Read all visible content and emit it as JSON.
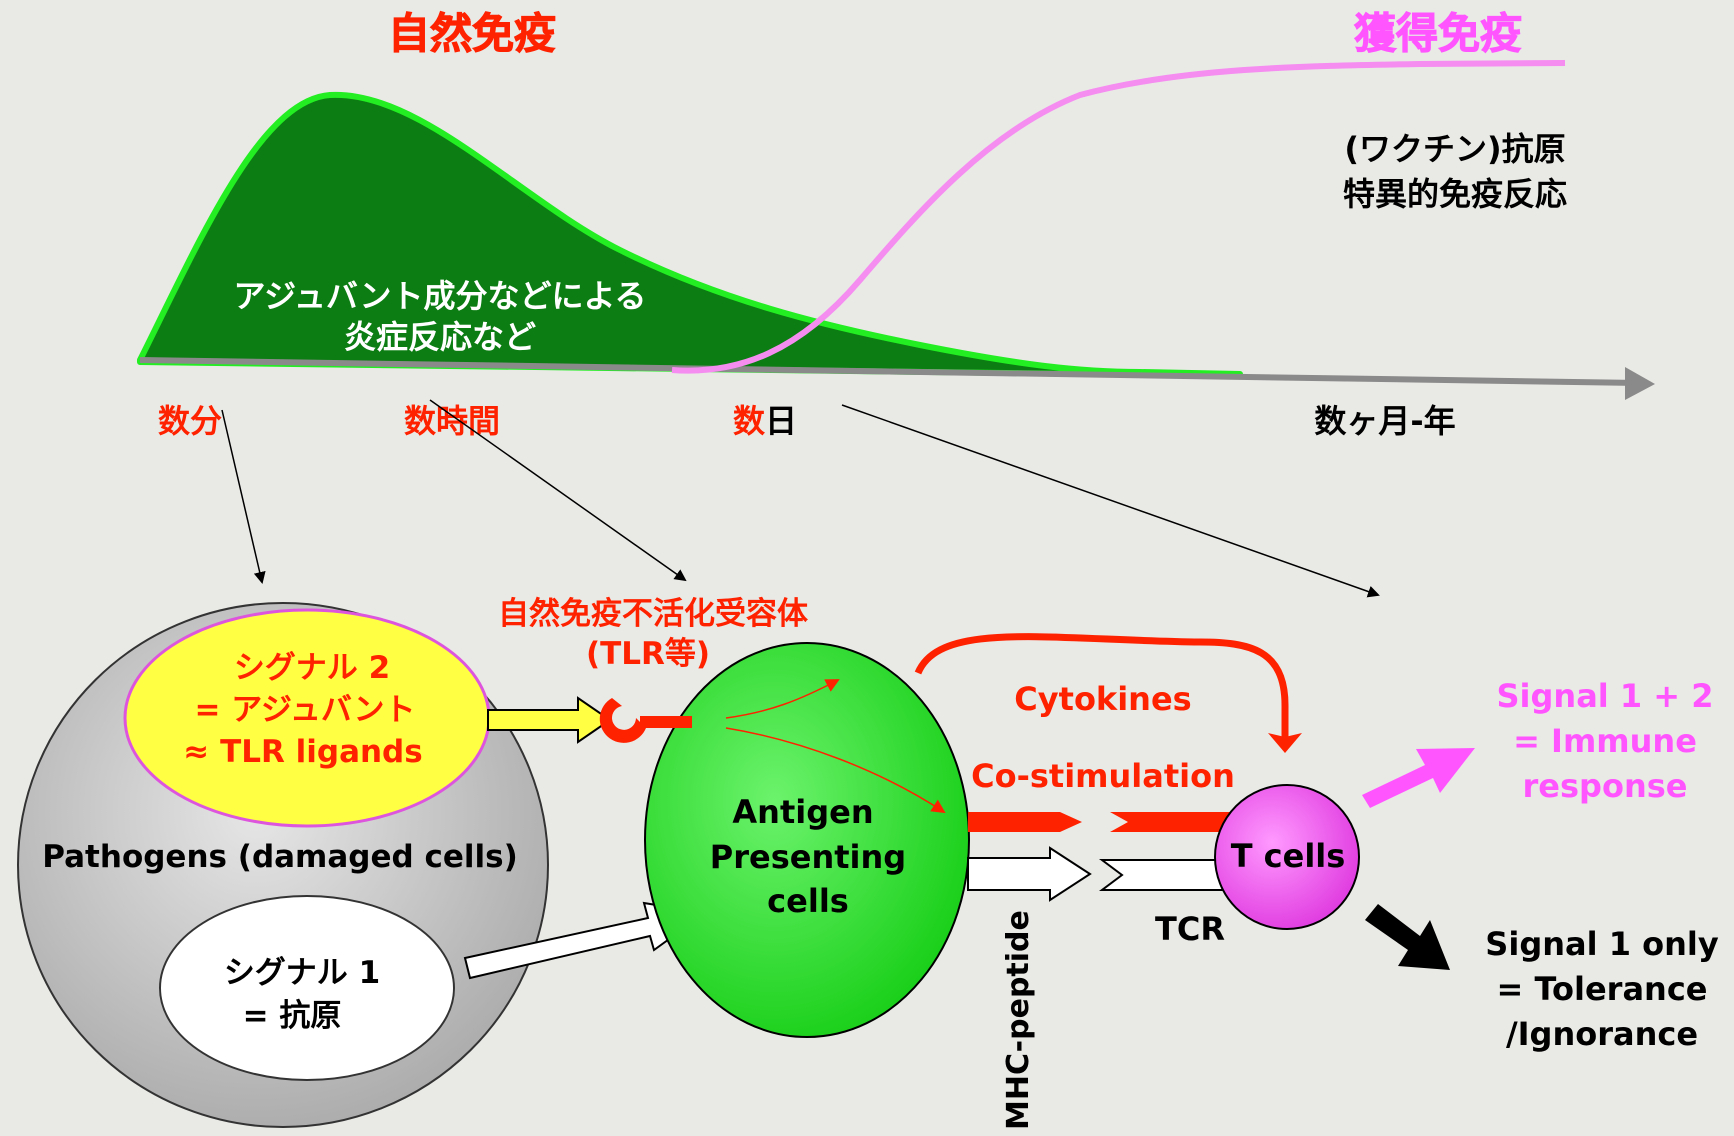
{
  "timeline": {
    "innate_title": "自然免疫",
    "acquired_title": "獲得免疫",
    "innate_desc": [
      "アジュバント成分などによる",
      "炎症反応など"
    ],
    "acquired_desc": [
      "(ワクチン)抗原",
      "特異的免疫反応"
    ],
    "time_labels": {
      "minutes": "数分",
      "hours": "数時間",
      "days_prefix": "数",
      "days_suffix": "日",
      "months": "数ヶ月-年"
    }
  },
  "diagram": {
    "receptor_label": "自然免疫不活化受容体",
    "receptor_sub": "(TLR等)",
    "signal2": [
      "シグナル 2",
      "= アジュバント",
      "≈ TLR ligands"
    ],
    "pathogens": "Pathogens (damaged cells)",
    "signal1": [
      "シグナル 1",
      "= 抗原"
    ],
    "apc": [
      "Antigen",
      "Presenting",
      "cells"
    ],
    "cytokines": "Cytokines",
    "costim": "Co-stimulation",
    "mhc": "MHC-peptide",
    "tcr": "TCR",
    "tcells": "T cells",
    "outcome_immune": [
      "Signal 1 + 2",
      "= Immune",
      "response"
    ],
    "outcome_tolerance": [
      "Signal 1 only",
      "= Tolerance",
      "/Ignorance"
    ]
  },
  "colors": {
    "red": "#ff2200",
    "magenta": "#ff55ff",
    "innate_fill": "#0b7d12",
    "innate_edge": "#22ee22",
    "acquired_curve": "#f58cf0",
    "apc_fill": "#2ee82e",
    "signal2_fill": "#ffff44",
    "tcell_fill": "#ee55ee"
  }
}
